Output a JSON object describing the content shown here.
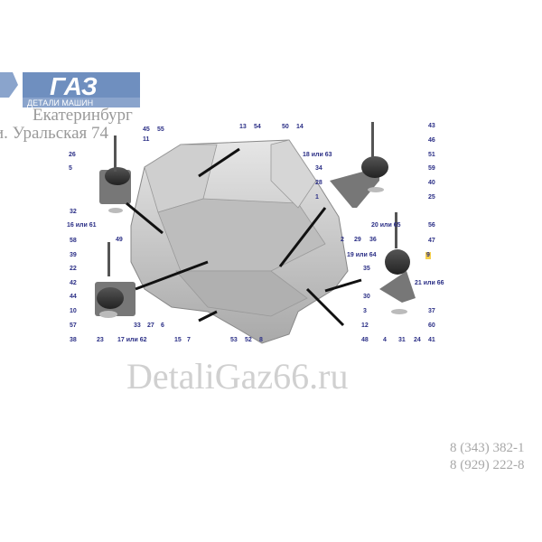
{
  "logo": {
    "brand": "ГАЗ",
    "tagline": "ДЕТАЛИ МАШИН",
    "color": "#6f8fbf"
  },
  "address": {
    "city": "Екатеринбург",
    "street": "и. Уральская 74"
  },
  "watermark": "DetaliGaz66.ru",
  "phones": [
    "8 (343) 382-1",
    "8 (929) 222-8"
  ],
  "highlight_color": "#f6d04d",
  "callouts": [
    "45",
    "55",
    "11",
    "26",
    "5",
    "32",
    "16 или 61",
    "58",
    "39",
    "22",
    "42",
    "44",
    "10",
    "57",
    "38",
    "23",
    "17 или 62",
    "33",
    "27",
    "6",
    "49",
    "15",
    "13",
    "54",
    "50",
    "14",
    "7",
    "53",
    "52",
    "8",
    "43",
    "46",
    "18 или 63",
    "34",
    "51",
    "59",
    "28",
    "40",
    "1",
    "25",
    "56",
    "20 или 65",
    "2",
    "29",
    "36",
    "47",
    "19 или 64",
    "9",
    "35",
    "21 или 66",
    "30",
    "3",
    "37",
    "12",
    "60",
    "48",
    "4",
    "31",
    "24",
    "41"
  ],
  "highlighted_callout": "9"
}
